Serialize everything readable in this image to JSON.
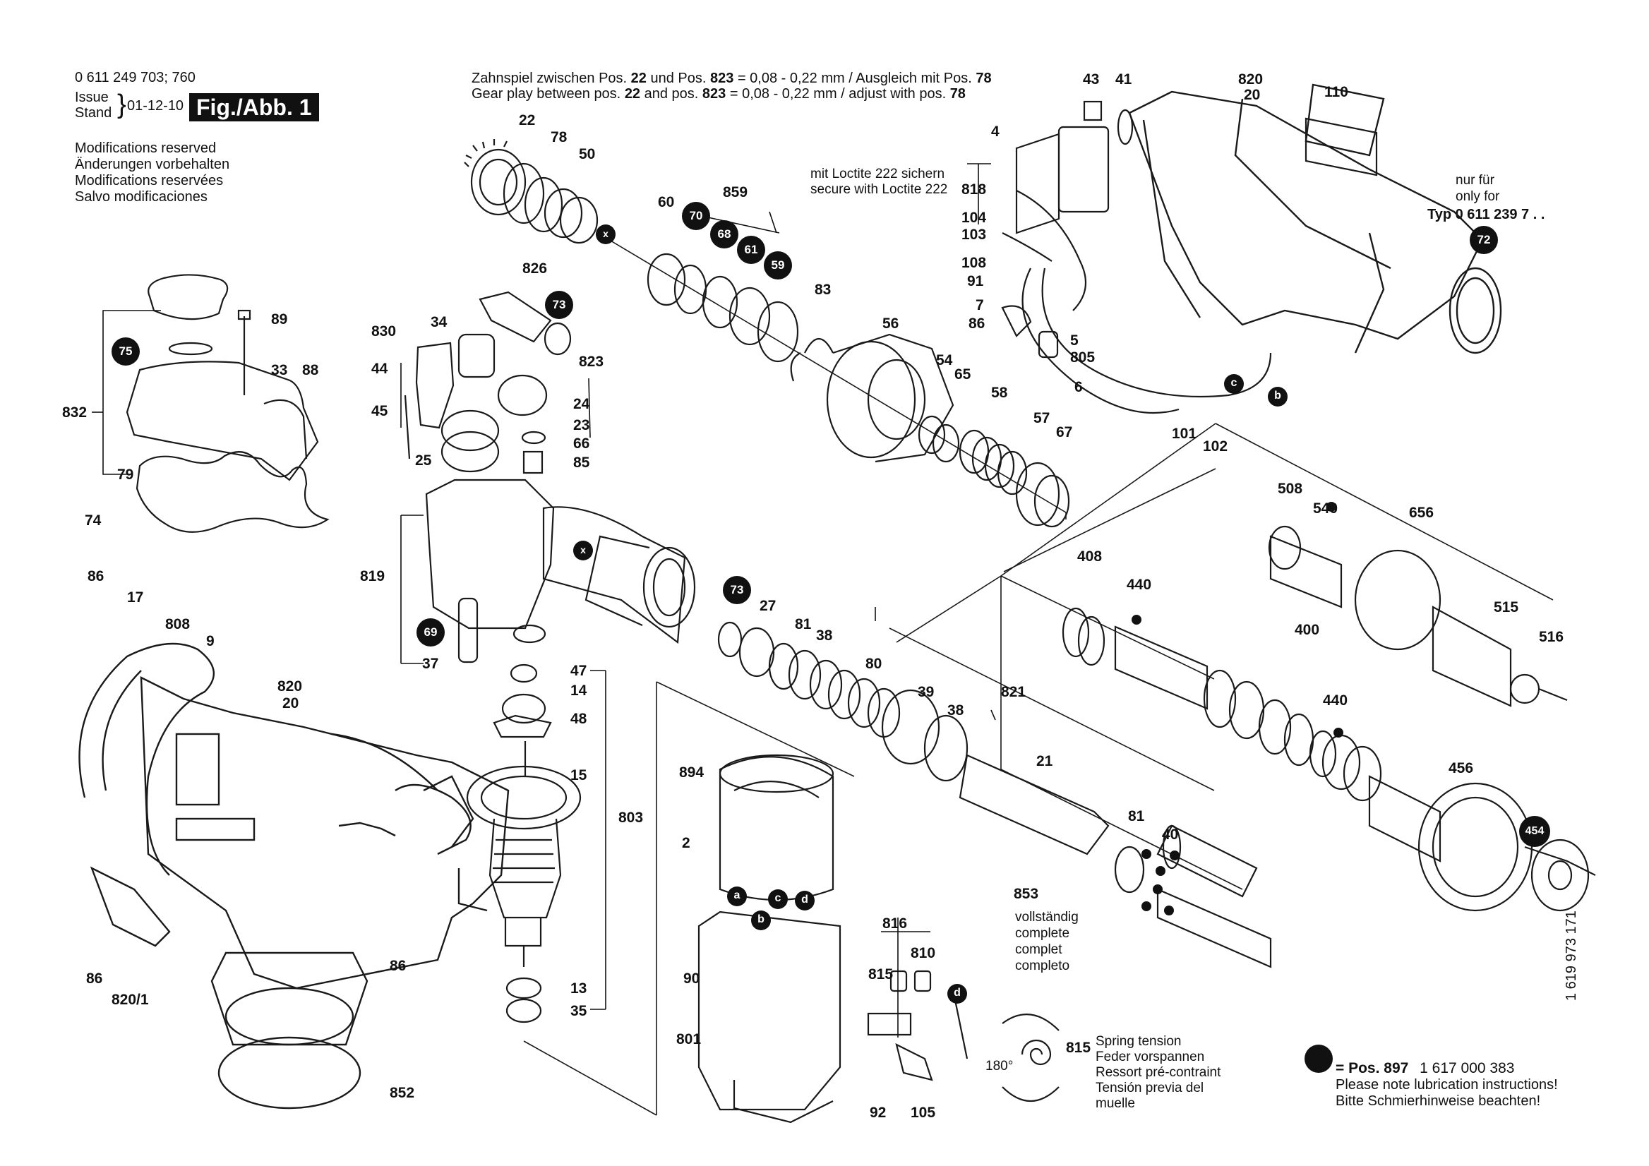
{
  "header": {
    "part_number": "0 611 249 703; 760",
    "issue_label": "Issue",
    "stand_label": "Stand",
    "date": "01-12-10",
    "figure_label": "Fig./Abb. 1",
    "modifications": [
      "Modifications reserved",
      "Änderungen vorbehalten",
      "Modifications reservées",
      "Salvo modificaciones"
    ]
  },
  "gear_note": {
    "de_prefix": "Zahnspiel zwischen Pos.",
    "de_and": "und Pos.",
    "de_value": "= 0,08 - 0,22 mm / Ausgleich mit Pos.",
    "en_prefix": "Gear play between pos.",
    "en_and": "and pos.",
    "en_value": "= 0,08 - 0,22 mm / adjust with pos.",
    "pos_a": "22",
    "pos_b": "823",
    "pos_c": "78"
  },
  "loctite_note": [
    "mit Loctite 222 sichern",
    "secure with Loctite 222"
  ],
  "only_for_note": [
    "nur für",
    "only for",
    "Typ 0 611 239 7 . ."
  ],
  "complete_note": [
    "vollständig",
    "complete",
    "complet",
    "completo"
  ],
  "spring_note": [
    "Spring tension",
    "Feder vorspannen",
    "Ressort pré-contraint",
    "Tensión previa del",
    "muelle"
  ],
  "spring_angle": "180°",
  "lubrication": {
    "pos_label": "= Pos. 897",
    "code": "1 617 000 383",
    "en": "Please note lubrication instructions!",
    "de": "Bitte Schmierhinweise beachten!"
  },
  "doc_number": "1 619 973 171",
  "connector_letters": {
    "a": "a",
    "b": "b",
    "c": "c",
    "d": "d",
    "x": "x"
  },
  "badges": {
    "b70": "70",
    "b68": "68",
    "b61": "61",
    "b59": "59",
    "b73a": "73",
    "b75": "75",
    "b73b": "73",
    "b69": "69",
    "b72": "72",
    "b454": "454"
  },
  "labels": {
    "p22": "22",
    "p78": "78",
    "p50": "50",
    "p826": "826",
    "p830": "830",
    "p34": "34",
    "p44": "44",
    "p45": "45",
    "p823": "823",
    "p24": "24",
    "p23": "23",
    "p66": "66",
    "p85": "85",
    "p25": "25",
    "p89": "89",
    "p33": "33",
    "p88": "88",
    "p832": "832",
    "p79": "79",
    "p74": "74",
    "p819": "819",
    "p37": "37",
    "p47": "47",
    "p14": "14",
    "p48": "48",
    "p15": "15",
    "p803": "803",
    "p13": "13",
    "p35": "35",
    "p86a": "86",
    "p17": "17",
    "p808": "808",
    "p9": "9",
    "p820b": "820",
    "p20b": "20",
    "p86b": "86",
    "p86c": "86",
    "p8201": "820/1",
    "p852": "852",
    "p60": "60",
    "p859": "859",
    "p83": "83",
    "p56": "56",
    "p54": "54",
    "p65": "65",
    "p58": "58",
    "p57": "57",
    "p67": "67",
    "p4": "4",
    "p818": "818",
    "p104": "104",
    "p103": "103",
    "p108": "108",
    "p91": "91",
    "p7": "7",
    "p86d": "86",
    "p5": "5",
    "p805": "805",
    "p6": "6",
    "p43": "43",
    "p41": "41",
    "p820a": "820",
    "p20a": "20",
    "p110": "110",
    "p101": "101",
    "p102": "102",
    "p508": "508",
    "p540": "540",
    "p656": "656",
    "p408": "408",
    "p440a": "440",
    "p515": "515",
    "p516": "516",
    "p400": "400",
    "p440b": "440",
    "p456": "456",
    "p27": "27",
    "p81a": "81",
    "p38a": "38",
    "p80": "80",
    "p39": "39",
    "p38b": "38",
    "p821": "821",
    "p21": "21",
    "p81b": "81",
    "p40": "40",
    "p853": "853",
    "p894": "894",
    "p2": "2",
    "p90": "90",
    "p801": "801",
    "p816": "816",
    "p815a": "815",
    "p810": "810",
    "p92": "92",
    "p105": "105",
    "p815b": "815"
  }
}
